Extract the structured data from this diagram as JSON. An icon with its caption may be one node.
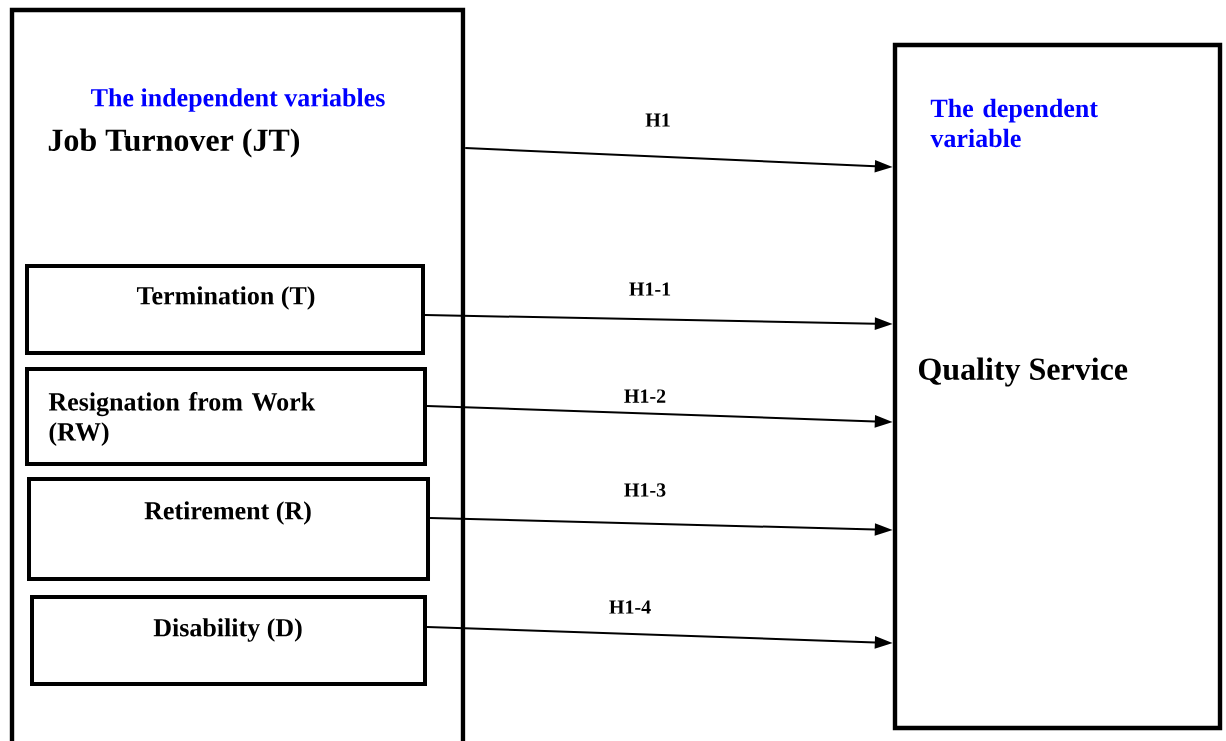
{
  "diagram": {
    "nodes": [
      {
        "text": [
          "The independent variables",
          "Job Turnover (JT)"
        ]
      },
      {
        "text": [
          "Termination (T)"
        ],
        "in": 0
      },
      {
        "text": [
          "Resignation from Work (RW)"
        ],
        "in": 0
      },
      {
        "text": [
          "Retirement (R)"
        ],
        "in": 0
      },
      {
        "text": [
          "Disability (D)"
        ],
        "in": 0
      },
      {
        "text": [
          "The dependent variable",
          "Quality Service"
        ]
      }
    ],
    "edges": [
      {
        "from": 0,
        "to": 5,
        "arrow": "to",
        "label": "H1"
      },
      {
        "from": 1,
        "to": 5,
        "arrow": "to",
        "label": "H1-1"
      },
      {
        "from": 2,
        "to": 5,
        "arrow": "to",
        "label": "H1-2"
      },
      {
        "from": 3,
        "to": 5,
        "arrow": "to",
        "label": "H1-3"
      },
      {
        "from": 4,
        "to": 5,
        "arrow": "to",
        "label": "H1-4"
      }
    ]
  }
}
